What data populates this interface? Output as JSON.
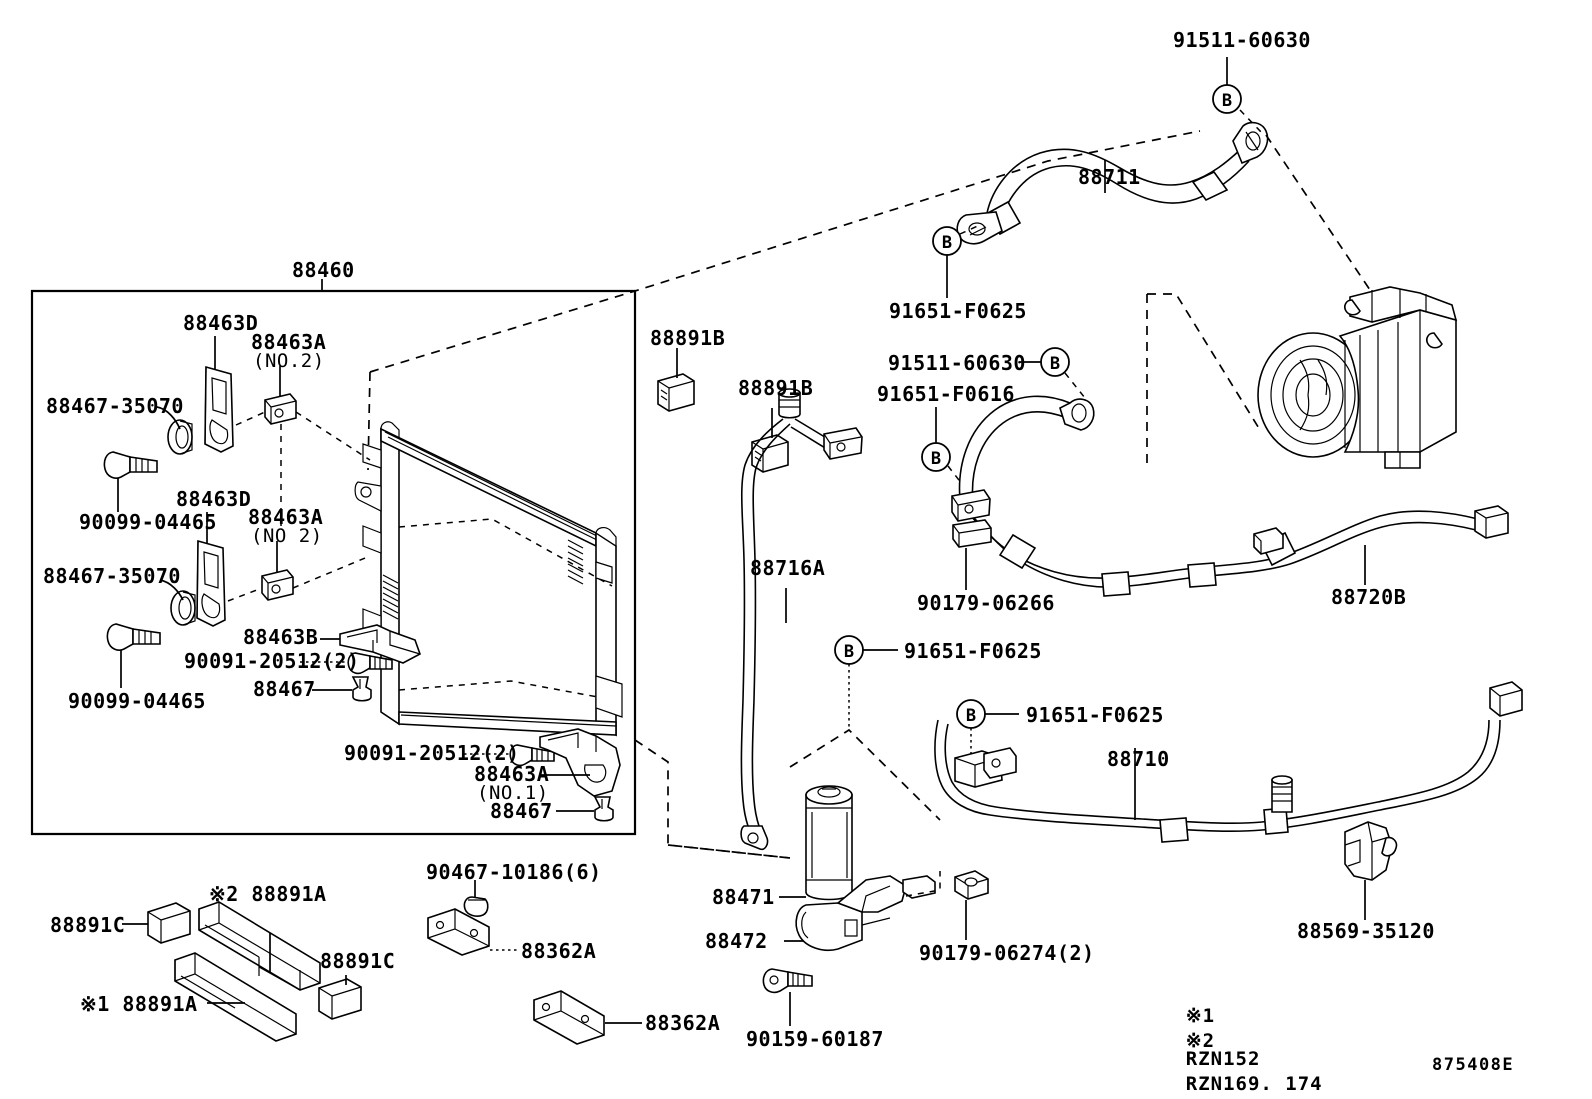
{
  "diagram": {
    "title": "Toyota A/C Condenser, Receiver & Piping Parts Diagram",
    "figure_code": "875408E",
    "group_box_label": "88460"
  },
  "notes": [
    {
      "marker": "※1",
      "text": "RZN152"
    },
    {
      "marker": "※2",
      "text": "RZN169. 174"
    }
  ],
  "labels": {
    "n88460": "88460",
    "n88463D_1": "88463D",
    "n88463A_1": "88463A",
    "n88463A_1_sub": "(NO.2)",
    "n88467_35070_1": "88467-35070",
    "n90099_04465_1": "90099-04465",
    "n88463D_2": "88463D",
    "n88463A_2": "88463A",
    "n88463A_2_sub": "(NO 2)",
    "n88467_35070_2": "88467-35070",
    "n90099_04465_2": "90099-04465",
    "n88463B": "88463B",
    "n90091_20512_1": "90091-20512(2)",
    "n88467_1": "88467",
    "n90091_20512_2": "90091-20512(2)",
    "n88463A_3": "88463A",
    "n88463A_3_sub": "(NO.1)",
    "n88467_2": "88467",
    "n88891C_1": "88891C",
    "n88891A_2": "※2 88891A",
    "n88891C_2": "88891C",
    "n88891A_1": "※1 88891A",
    "n90467_10186": "90467-10186(6)",
    "n88362A_1": "88362A",
    "n88362A_2": "88362A",
    "n88891B_1": "88891B",
    "n88891B_2": "88891B",
    "n88716A": "88716A",
    "n88471": "88471",
    "n88472": "88472",
    "n90159_60187": "90159-60187",
    "n90179_06274": "90179-06274(2)",
    "n91511_60630_top": "91511-60630",
    "n88711": "88711",
    "n91651_F0625_top": "91651-F0625",
    "n91511_60630_mid": "91511-60630",
    "n91651_F0616": "91651-F0616",
    "n90179_06266": "90179-06266",
    "n88720B": "88720B",
    "n91651_F0625_mid": "91651-F0625",
    "n91651_F0625_low": "91651-F0625",
    "n88710": "88710",
    "n88569_35120": "88569-35120",
    "n875408E": "875408E"
  },
  "callout_markers": {
    "b": "B"
  },
  "colors": {
    "line": "#000000",
    "background": "#ffffff"
  }
}
